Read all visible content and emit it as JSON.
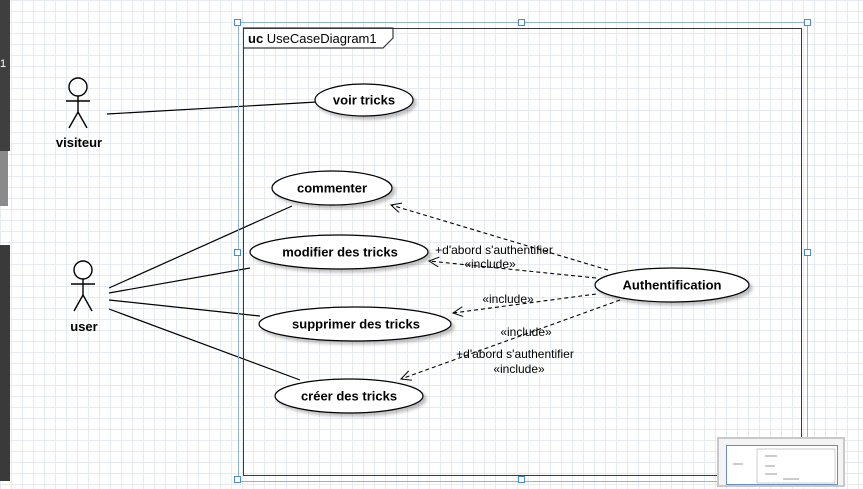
{
  "sidebar": {
    "fragment_text": "1"
  },
  "frame": {
    "keyword": "uc",
    "name": "UseCaseDiagram1"
  },
  "actors": [
    {
      "id": "visiteur",
      "name": "visiteur"
    },
    {
      "id": "user",
      "name": "user"
    }
  ],
  "use_cases": [
    {
      "id": "voir",
      "label": "voir tricks"
    },
    {
      "id": "commenter",
      "label": "commenter"
    },
    {
      "id": "modifier",
      "label": "modifier des tricks"
    },
    {
      "id": "supprimer",
      "label": "supprimer des tricks"
    },
    {
      "id": "creer",
      "label": "créer des tricks"
    },
    {
      "id": "auth",
      "label": "Authentification"
    }
  ],
  "relationships": [
    {
      "type": "association",
      "from": "visiteur",
      "to": "voir"
    },
    {
      "type": "association",
      "from": "user",
      "to": "commenter"
    },
    {
      "type": "association",
      "from": "user",
      "to": "modifier"
    },
    {
      "type": "association",
      "from": "user",
      "to": "supprimer"
    },
    {
      "type": "association",
      "from": "user",
      "to": "creer"
    },
    {
      "type": "include",
      "from": "auth",
      "to": "commenter"
    },
    {
      "type": "include",
      "from": "auth",
      "to": "modifier"
    },
    {
      "type": "include",
      "from": "auth",
      "to": "supprimer"
    },
    {
      "type": "include",
      "from": "auth",
      "to": "creer"
    }
  ],
  "edge_labels": {
    "modifier_note": "+d'abord s'authentifier",
    "modifier_stereotype": "«include»",
    "supprimer_stereotype": "«include»",
    "creer_stereotype_top": "«include»",
    "creer_note": "+d'abord s'authentifier",
    "creer_stereotype": "«include»"
  }
}
